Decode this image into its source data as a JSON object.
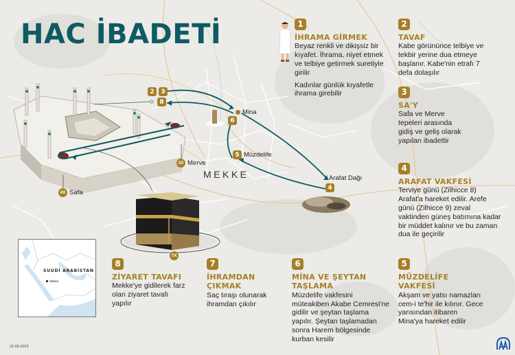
{
  "title": "HAC İBADETİ",
  "colors": {
    "title": "#0f5a63",
    "accent_gold": "#a68026",
    "route_arrow": "#0f5a63",
    "background": "#ecebe8"
  },
  "steps": [
    {
      "number": "1",
      "title": "İHRAMA GİRMEK",
      "paragraphs": [
        "Beyaz renkli ve dikişsiz bir kıyafet. İhrama, niyet etmek ve telbiye getirmek suretiyle girilir",
        "Kadınlar günlük kıyafetle ihrama girebilir"
      ]
    },
    {
      "number": "2",
      "title": "TAVAF",
      "paragraphs": [
        "Kabe görününce telbiye ve tekbir yerine dua etmeye başlanır. Kabe'nin etrafı 7 defa dolaşılır"
      ]
    },
    {
      "number": "3",
      "title": "SA'Y",
      "paragraphs": [
        "Safa ve Merve tepeleri arasında gidiş ve geliş olarak yapılan ibadettir"
      ]
    },
    {
      "number": "4",
      "title": "ARAFAT VAKFESİ",
      "paragraphs": [
        "Terviye günü (Zilhicce 8) Arafat'a hareket edilir. Arefe günü (Zilhicce 9) zeval vaktinden güneş batımına kadar bir müddet kalınır ve bu zaman dua ile geçirilir"
      ]
    },
    {
      "number": "5",
      "title": "MÜZDELİFE VAKFESİ",
      "paragraphs": [
        "Akşam ve yatsı namazları cem-i te'hir ile kılınır. Gece yarısından itibaren Mina'ya hareket edilir"
      ]
    },
    {
      "number": "6",
      "title": "MİNA VE ŞEYTAN TAŞLAMA",
      "paragraphs": [
        "Müzdelife vakfesini müteakiben Akabe Cemresi'ne gidilir ve şeytan taşlama yapılır. Şeytan taşlamadan sonra Harem bölgesinde kurban kesilir"
      ]
    },
    {
      "number": "7",
      "title": "İHRAMDAN ÇIKMAK",
      "paragraphs": [
        "Saç tıraşı olunarak ihramdan çıkılır"
      ]
    },
    {
      "number": "8",
      "title": "ZİYARET TAVAFI",
      "paragraphs": [
        "Mekke'ye gidilerek farz olan ziyaret tavafı yapılır"
      ]
    }
  ],
  "map": {
    "city": "MEKKE",
    "pins": {
      "kabe_steps_top": [
        "2",
        "3"
      ],
      "kabe_step_bottom": "8",
      "mina": {
        "label": "Mina",
        "number": "6"
      },
      "muzdelife": {
        "label": "Müzdelife",
        "number": "5"
      },
      "arafat": {
        "label": "Arafat Dağı",
        "number": "4"
      },
      "merve": {
        "label": "Merve",
        "count": "3X"
      },
      "safa": {
        "label": "Safa",
        "count": "4X"
      },
      "kabe_tawaf": {
        "count": "7X"
      }
    }
  },
  "inset": {
    "country": "SUUDİ ARABİSTAN",
    "city": "Mekke"
  },
  "date": "22.06.2023",
  "logo": "aa-logo"
}
